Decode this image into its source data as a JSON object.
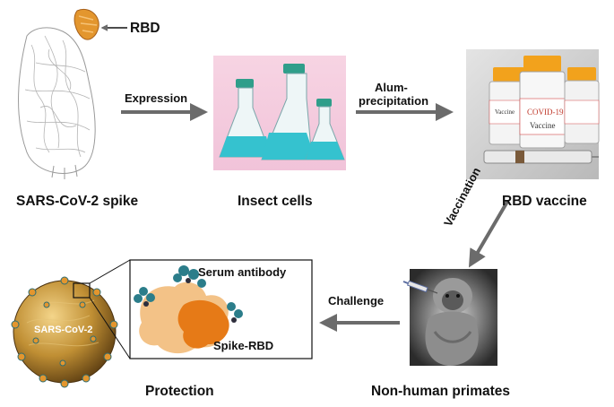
{
  "panels": {
    "spike": {
      "title": "SARS-CoV-2 spike",
      "callout": "RBD"
    },
    "cells": {
      "title": "Insect cells"
    },
    "vaccine": {
      "title": "RBD vaccine",
      "vial_text_1": "COVID-19",
      "vial_text_2": "Vaccine",
      "vial_text_3": "Vaccine"
    },
    "primates": {
      "title": "Non-human primates"
    },
    "protection": {
      "title": "Protection",
      "virus_label": "SARS-CoV-2",
      "inset_serum": "Serum antibody",
      "inset_rbd": "Spike-RBD"
    }
  },
  "steps": {
    "expression": "Expression",
    "alum_line1": "Alum-",
    "alum_line2": "precipitation",
    "vaccination": "Vaccination",
    "challenge": "Challenge"
  },
  "colors": {
    "arrow": "#6b6b6b",
    "rbd": "#d9861f",
    "flask_liquid": "#35c2cf",
    "cap": "#2f9e8a",
    "virus_gold": "#c79a3a",
    "vial_cap": "#f2a21c"
  }
}
